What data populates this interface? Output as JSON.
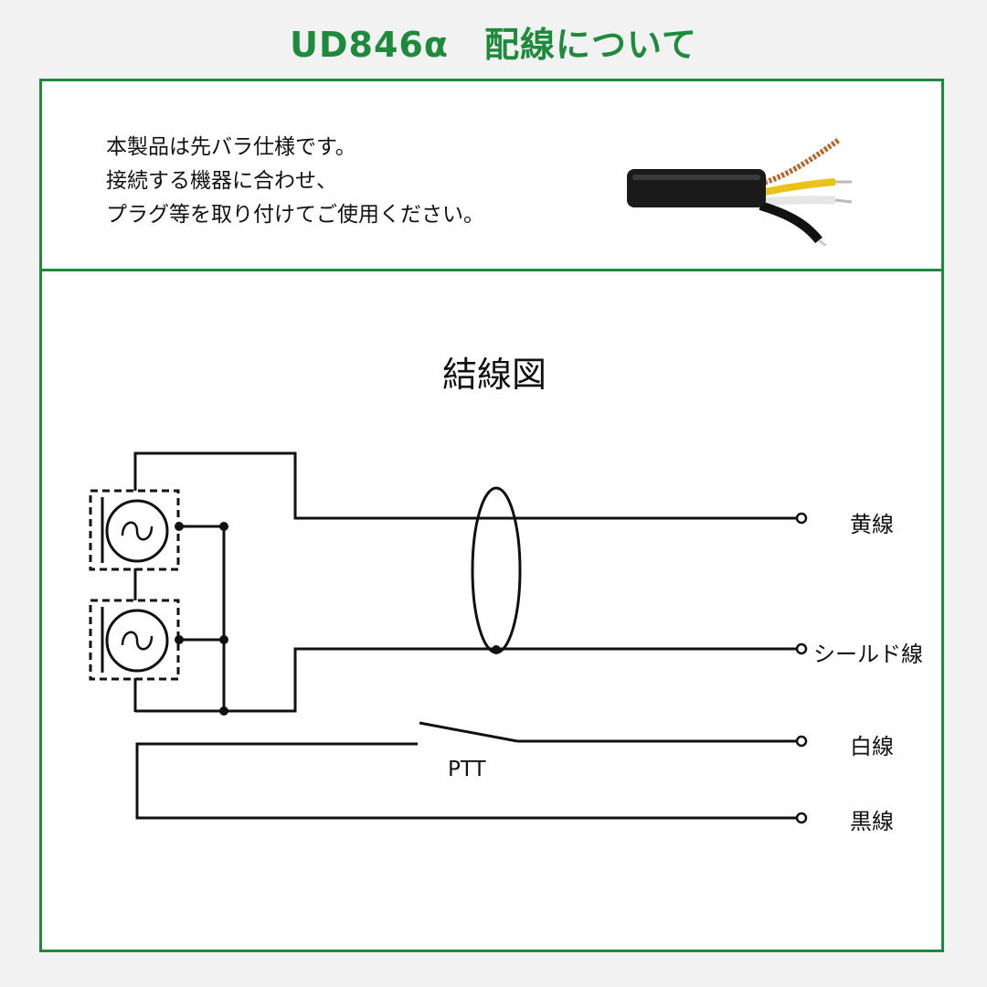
{
  "header": {
    "title": "UD846α　配線について"
  },
  "description": {
    "lines": [
      "本製品は先バラ仕様です。",
      "接続する機器に合わせ、",
      "プラグ等を取り付けてご使用ください。"
    ]
  },
  "photo": {
    "icon": "stripped-cable-photo",
    "jacket_color": "#1a1a1a",
    "wire_colors": [
      "#b5652a",
      "#e9c21a",
      "#ffffff",
      "#111111"
    ]
  },
  "diagram": {
    "title": "結線図",
    "wires": {
      "yellow": "黄線",
      "shield": "シールド線",
      "white": "白線",
      "black": "黒線"
    },
    "switch_label": "PTT"
  },
  "colors": {
    "accent": "#1e8a3c"
  }
}
